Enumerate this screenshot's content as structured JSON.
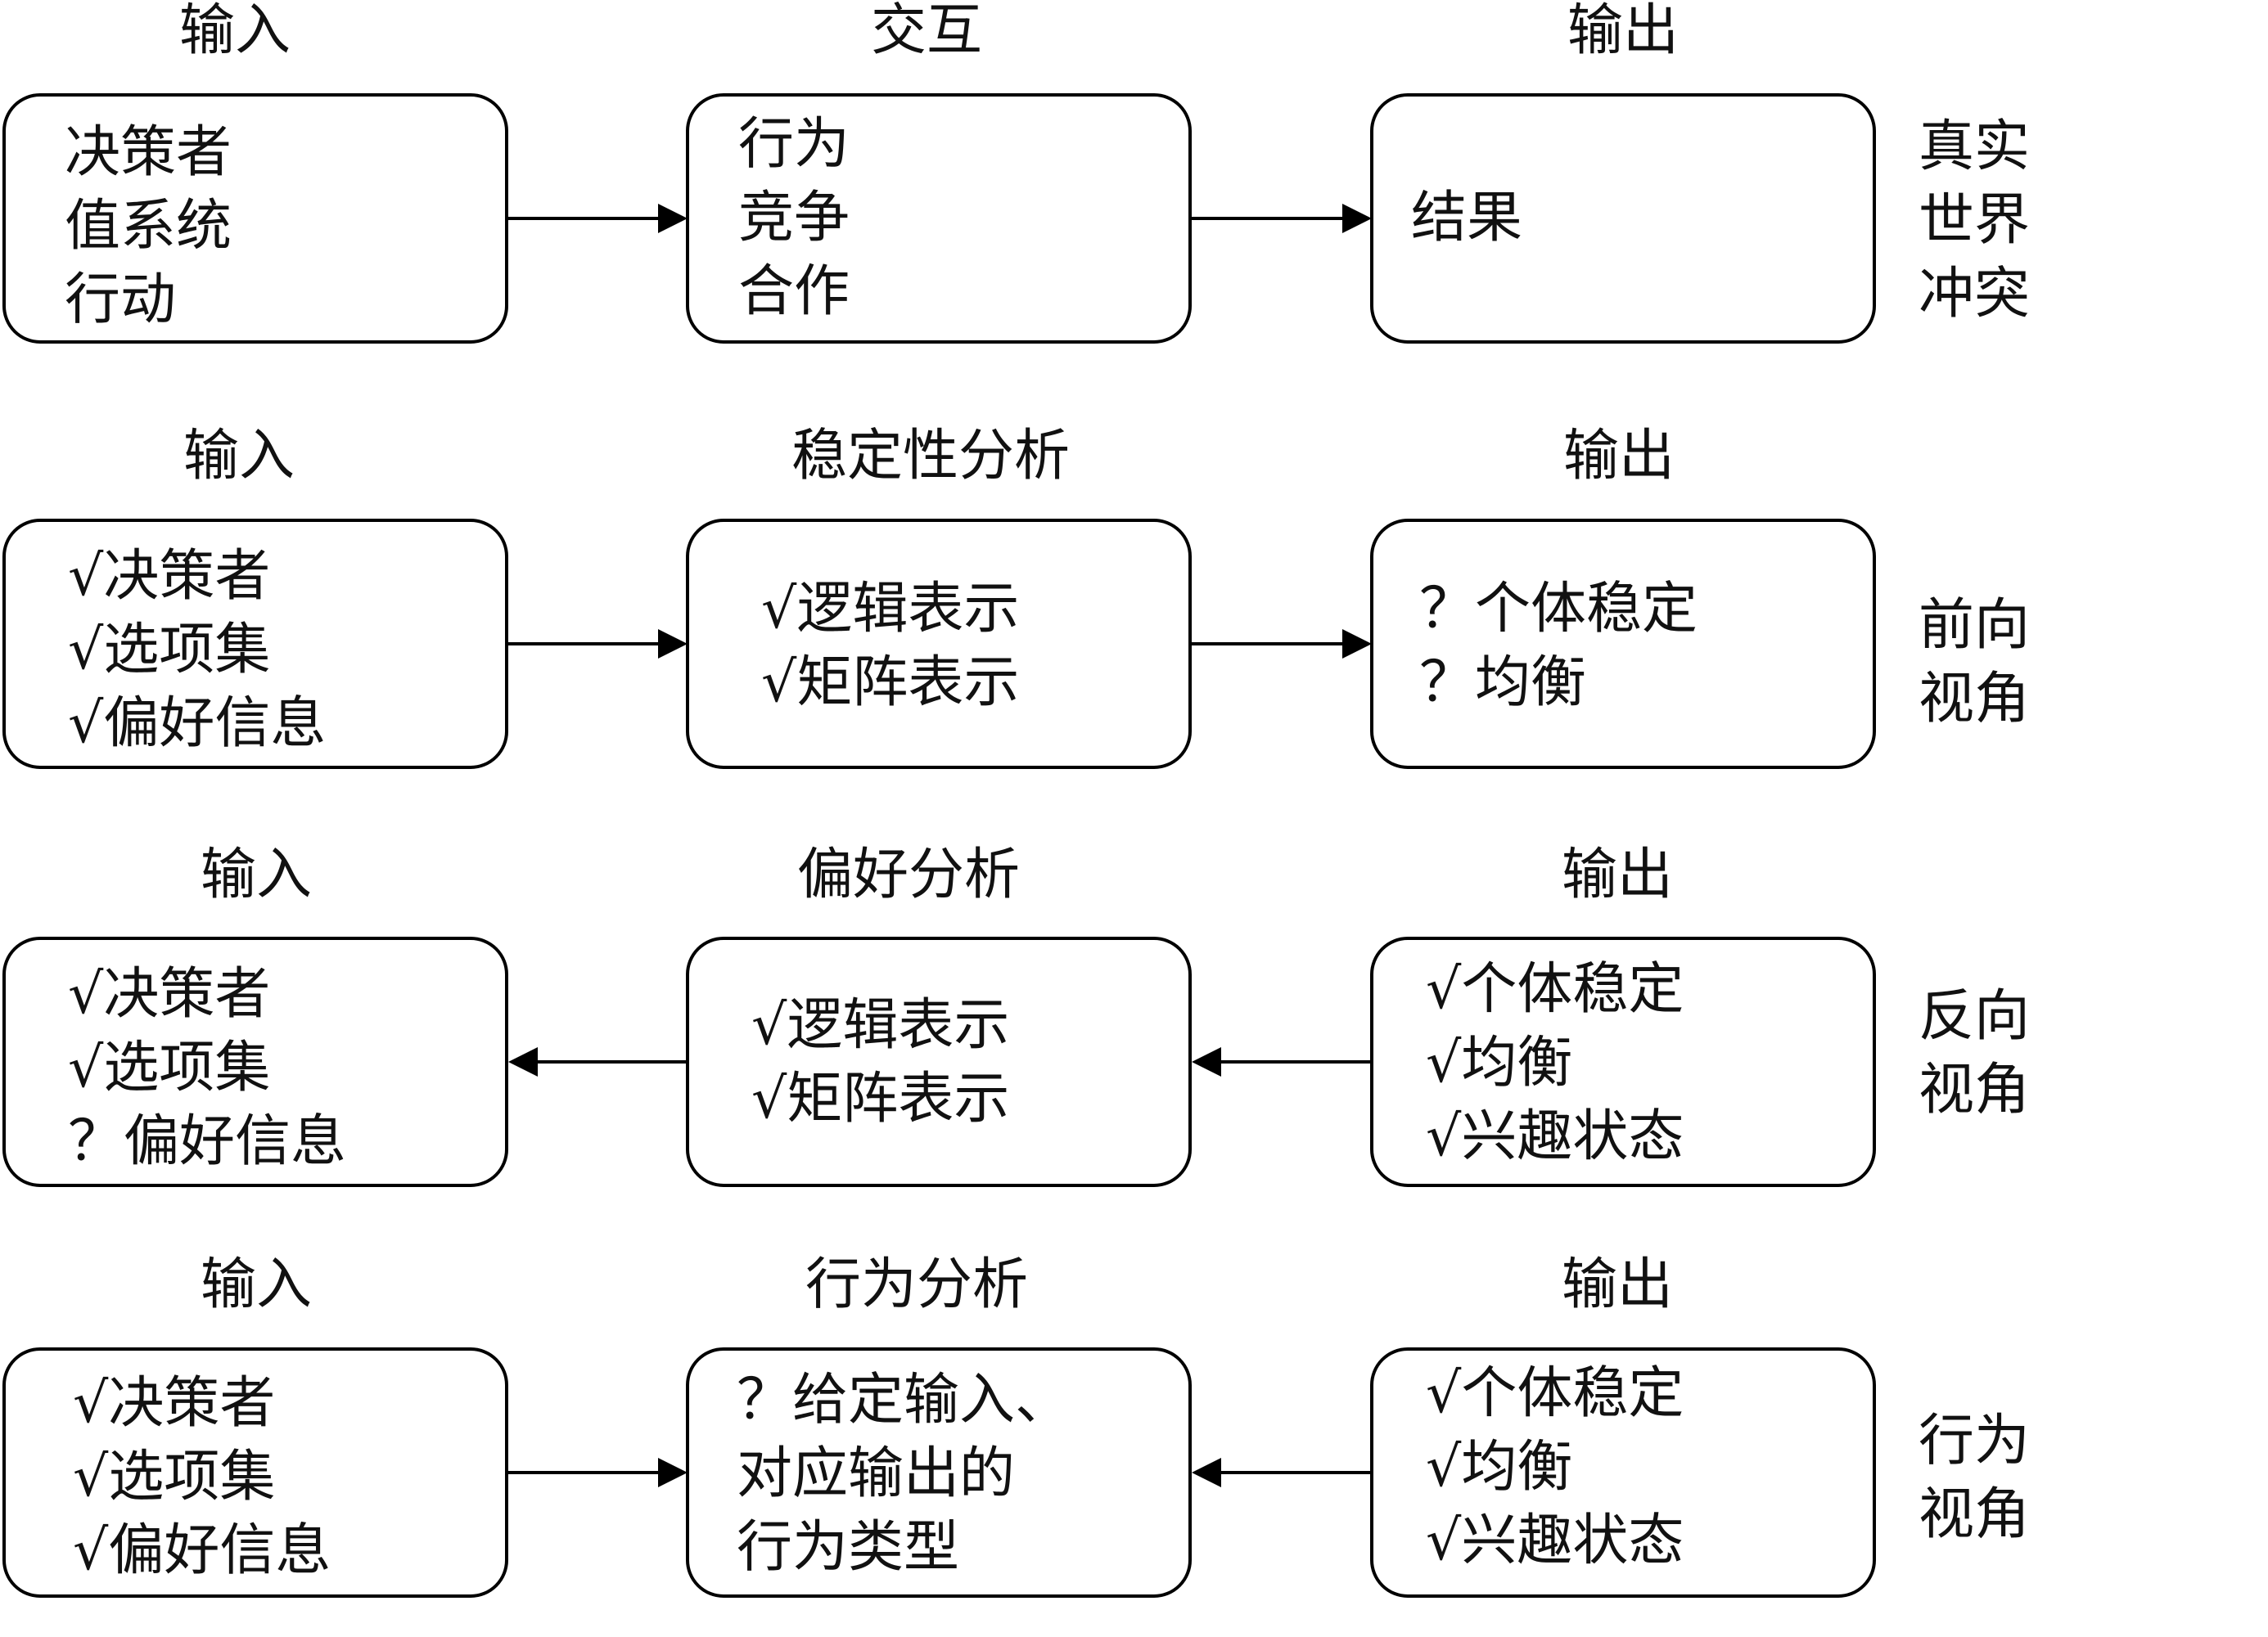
{
  "rows": [
    {
      "input_title": "输入",
      "mid_title": "交互",
      "output_title": "输出",
      "input_items": [
        "决策者",
        "值系统",
        "行动"
      ],
      "mid_items": [
        "行为",
        "竞争",
        "合作"
      ],
      "output_items": [
        "结果"
      ],
      "side_label": [
        "真实",
        "世界",
        "冲突"
      ],
      "arrow_direction": "right"
    },
    {
      "input_title": "输入",
      "mid_title": "稳定性分析",
      "output_title": "输出",
      "input_items": [
        "√决策者",
        "√选项集",
        "√偏好信息"
      ],
      "mid_items": [
        "√逻辑表示",
        "√矩阵表示"
      ],
      "output_items": [
        "？个体稳定",
        "？均衡"
      ],
      "side_label": [
        "前向",
        "视角"
      ],
      "arrow_direction": "right"
    },
    {
      "input_title": "输入",
      "mid_title": "偏好分析",
      "output_title": "输出",
      "input_items": [
        "√决策者",
        "√选项集",
        "？偏好信息"
      ],
      "mid_items": [
        "√逻辑表示",
        "√矩阵表示"
      ],
      "output_items": [
        "√个体稳定",
        "√均衡",
        "√兴趣状态"
      ],
      "side_label": [
        "反向",
        "视角"
      ],
      "arrow_direction": "left"
    },
    {
      "input_title": "输入",
      "mid_title": "行为分析",
      "output_title": "输出",
      "input_items": [
        "√决策者",
        "√选项集",
        "√偏好信息"
      ],
      "mid_items": [
        "？给定输入、",
        "对应输出的",
        "行为类型"
      ],
      "output_items": [
        "√个体稳定",
        "√均衡",
        "√兴趣状态"
      ],
      "side_label": [
        "行为",
        "视角"
      ],
      "arrow_direction": "converge"
    }
  ]
}
